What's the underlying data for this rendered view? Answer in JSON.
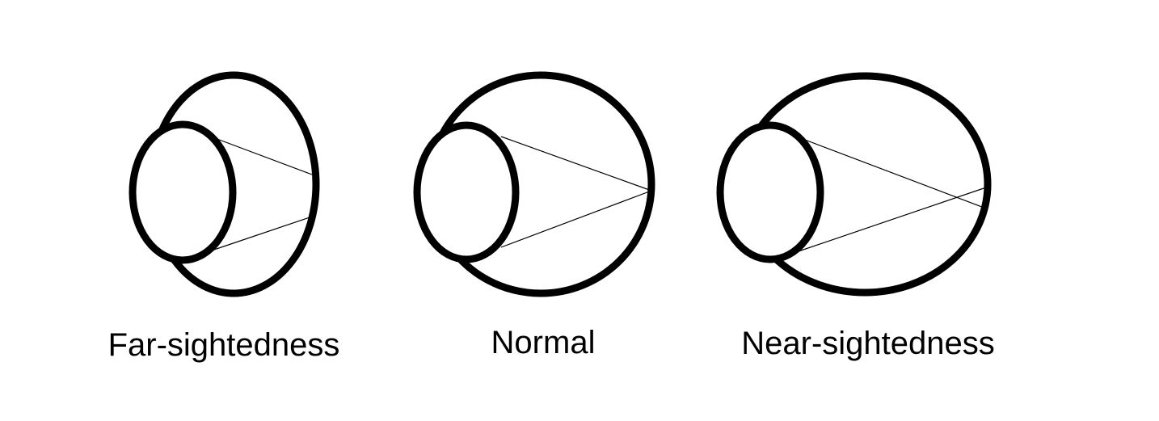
{
  "eyes": [
    {
      "id": "far",
      "label": "Far-sightedness"
    },
    {
      "id": "normal",
      "label": "Normal"
    },
    {
      "id": "near",
      "label": "Near-sightedness"
    }
  ]
}
